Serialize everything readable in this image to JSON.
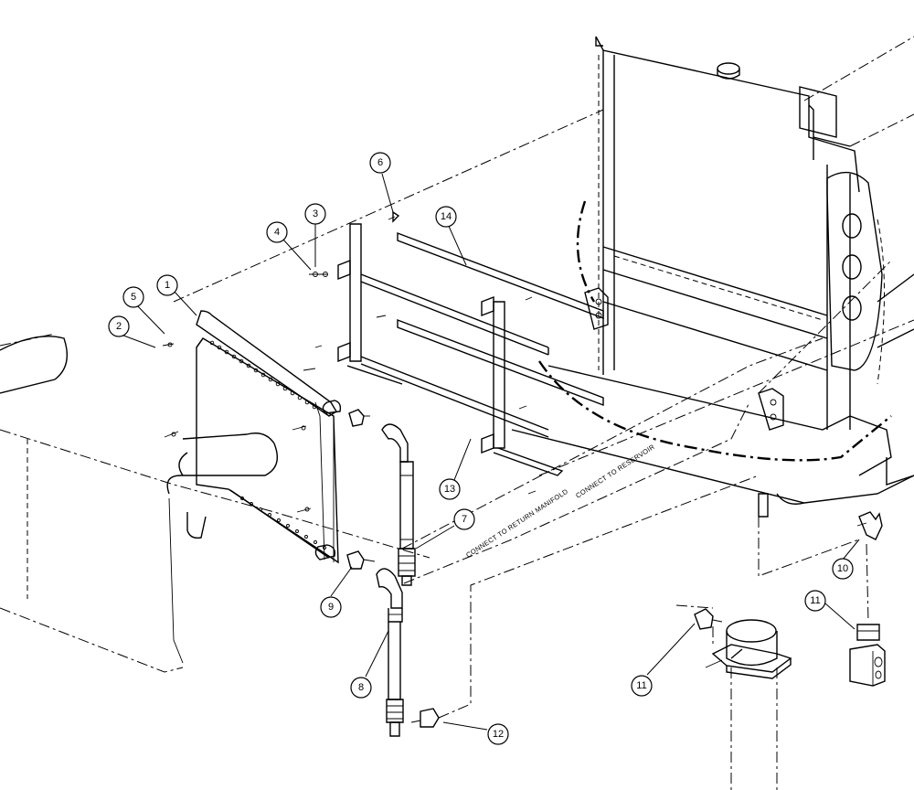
{
  "callouts": [
    {
      "label": "1"
    },
    {
      "label": "2"
    },
    {
      "label": "3"
    },
    {
      "label": "4"
    },
    {
      "label": "5"
    },
    {
      "label": "6"
    },
    {
      "label": "7"
    },
    {
      "label": "8"
    },
    {
      "label": "9"
    },
    {
      "label": "10"
    },
    {
      "label": "11"
    },
    {
      "label": "11"
    },
    {
      "label": "12"
    },
    {
      "label": "13"
    },
    {
      "label": "14"
    }
  ],
  "notes": {
    "return_manifold": "CONNECT TO RETURN MANIFOLD",
    "reservoir": "CONNECT TO RESERVOIR"
  }
}
